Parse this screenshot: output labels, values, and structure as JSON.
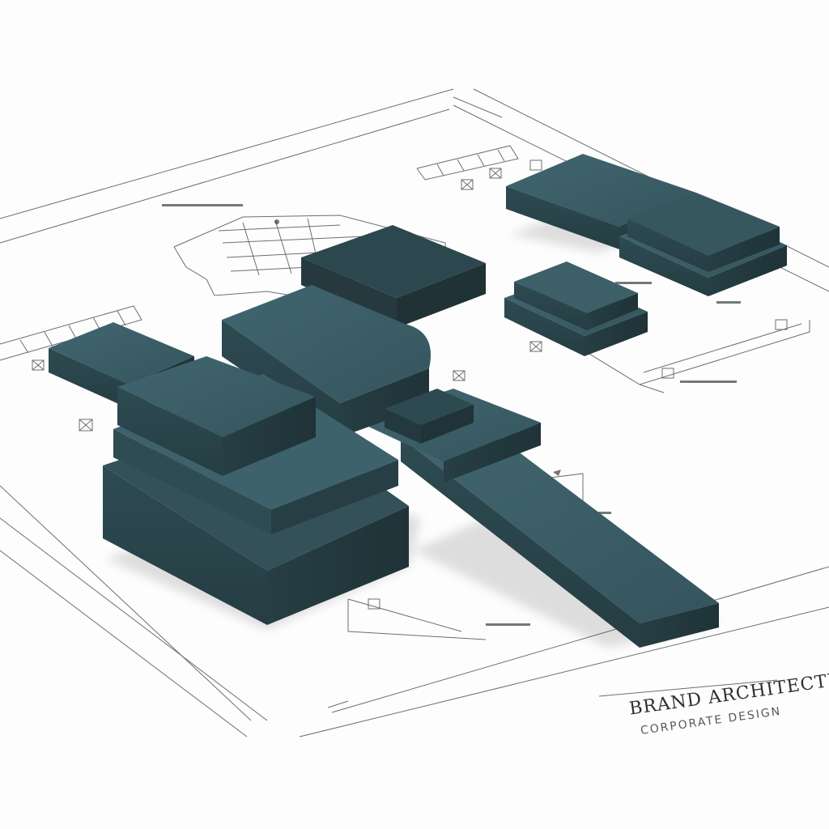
{
  "image": {
    "kind": "isometric architectural render",
    "description_colors": {
      "paper": "#fdfdfd",
      "line": "#2f3436",
      "block_top": "#3b5d65",
      "block_left": "#2b454c",
      "block_right": "#24393f"
    }
  },
  "caption": {
    "title": "BRAND ARCHITECTURE",
    "subtitle": "CORPORATE DESIGN"
  }
}
